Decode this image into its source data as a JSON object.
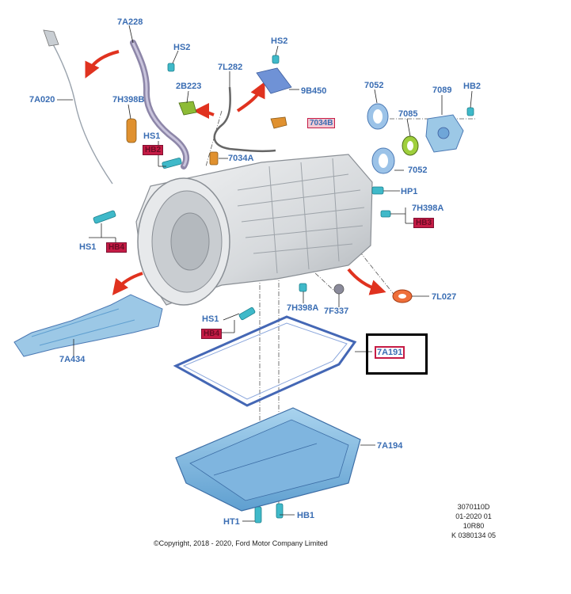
{
  "labels": {
    "l_7A228": "7A228",
    "l_HS2_top": "HS2",
    "l_HS2_right": "HS2",
    "l_7L282": "7L282",
    "l_2B223": "2B223",
    "l_9B450": "9B450",
    "l_7A020": "7A020",
    "l_7H398B": "7H398B",
    "l_7052_top": "7052",
    "l_7089": "7089",
    "l_HB2": "HB2",
    "l_7085": "7085",
    "l_HS1_a": "HS1",
    "l_7034A": "7034A",
    "l_7052_mid": "7052",
    "l_HP1": "HP1",
    "l_7H398A_right": "7H398A",
    "l_HS1_b": "HS1",
    "l_7H398A_bottom": "7H398A",
    "l_7F337": "7F337",
    "l_7L027": "7L027",
    "l_HS1_c": "HS1",
    "l_7A434": "7A434",
    "l_7A191": "7A191",
    "l_7A194": "7A194",
    "l_HT1": "HT1",
    "l_HB1": "HB1"
  },
  "redacted_tags": {
    "r_7034B": "7034B",
    "r_HS1_a": "HB2",
    "r_7H398A": "HB3",
    "r_HS1_b": "HB4",
    "r_HS1_c": "HB4"
  },
  "footer": {
    "copyright": "©Copyright, 2018 - 2020, Ford Motor Company Limited",
    "meta_lines": [
      "3070110D",
      "01-2020 01",
      "10R80",
      "K 0380134 05"
    ]
  },
  "colors": {
    "label_blue": "#3a6db3",
    "part_blue": "#6fa6d8",
    "gasket_blue": "#4467b5",
    "arrow_red": "#e0321f",
    "highlight_red": "#c51b45",
    "casting_grey": "#d8dbde",
    "fastener_teal": "#3fb9c9"
  }
}
